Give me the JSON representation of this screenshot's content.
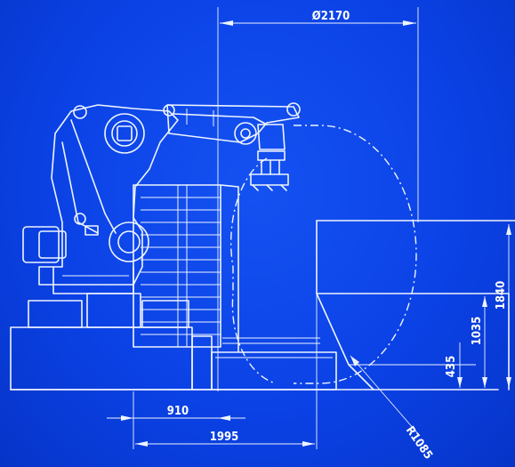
{
  "dimensions": {
    "diameter_label": "Ø2170",
    "width_910": "910",
    "width_1995": "1995",
    "height_435": "435",
    "height_1035": "1035",
    "height_1840": "1840",
    "radius_label": "R1085"
  },
  "colors": {
    "background": "#0b42e6",
    "line": "#eef4ff"
  }
}
